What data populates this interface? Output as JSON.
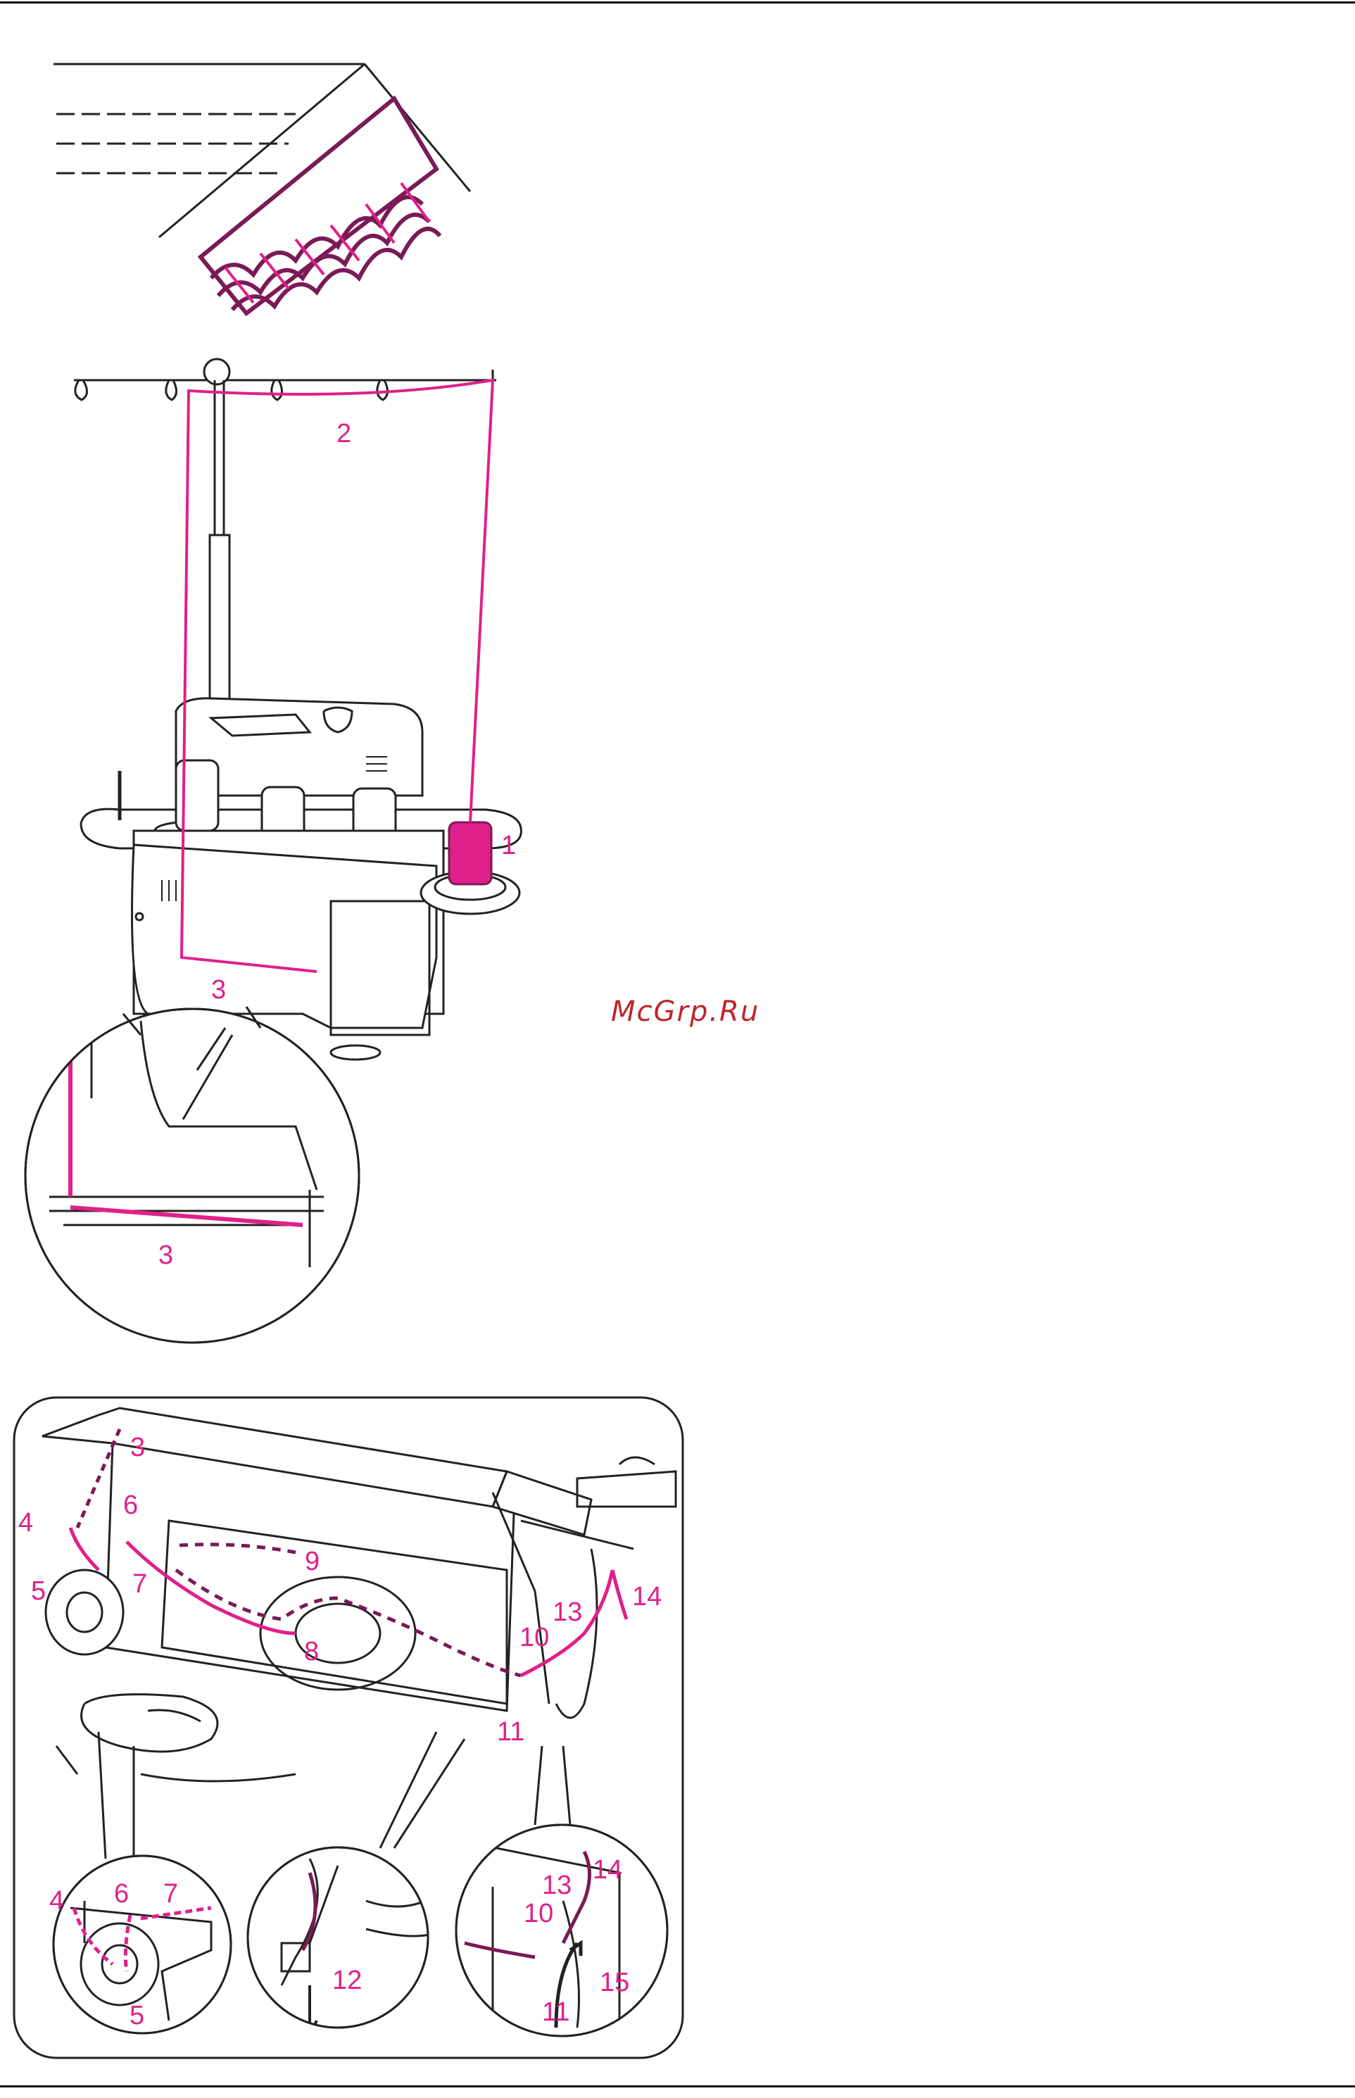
{
  "watermark": "McGrp.Ru",
  "colors": {
    "thread": "#e0208a",
    "thread_dark": "#7a1a56",
    "ink": "#222222"
  },
  "figures": {
    "stitch_sample": {
      "callouts": []
    },
    "thread_stand": {
      "callouts": [
        "2",
        "1",
        "3",
        "3"
      ]
    },
    "threading_path": {
      "callouts_main": [
        "3",
        "4",
        "6",
        "9",
        "5",
        "7",
        "13",
        "14",
        "10",
        "8",
        "11"
      ],
      "inset_left": [
        "4",
        "6",
        "7",
        "5"
      ],
      "inset_center": [
        "12"
      ],
      "inset_right": [
        "14",
        "13",
        "10",
        "11",
        "15"
      ]
    }
  }
}
